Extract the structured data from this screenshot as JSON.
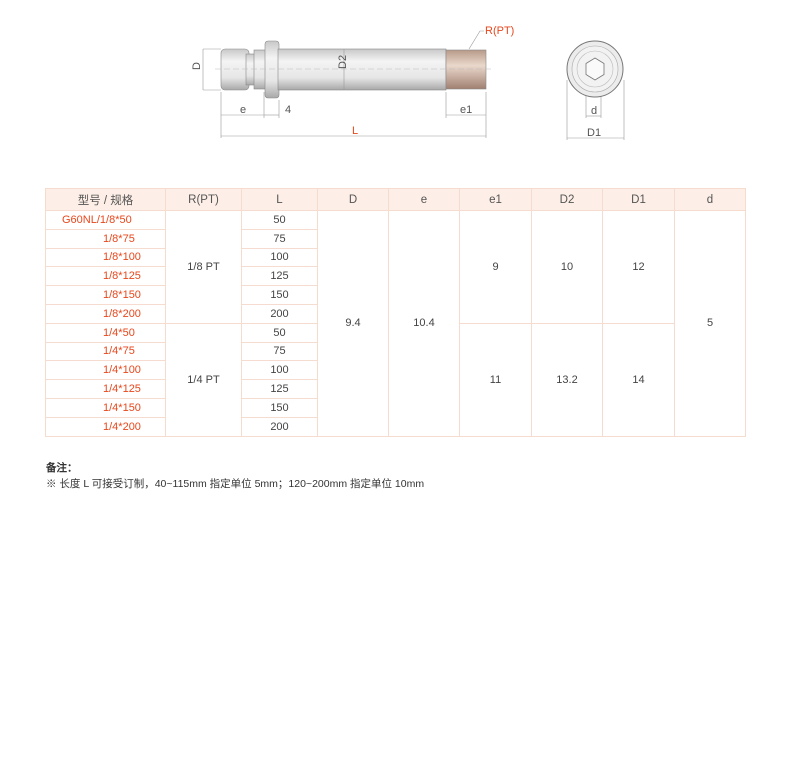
{
  "drawing": {
    "labels": {
      "D": "D",
      "D2": "D2",
      "R": "R(PT)",
      "e": "e",
      "four": "4",
      "e1": "e1",
      "L": "L",
      "d": "d",
      "D1": "D1"
    }
  },
  "table": {
    "headers": [
      "型号 / 规格",
      "R(PT)",
      "L",
      "D",
      "e",
      "e1",
      "D2",
      "D1",
      "d"
    ],
    "models": [
      "G60NL/1/8*50",
      "1/8*75",
      "1/8*100",
      "1/8*125",
      "1/8*150",
      "1/8*200",
      "1/4*50",
      "1/4*75",
      "1/4*100",
      "1/4*125",
      "1/4*150",
      "1/4*200"
    ],
    "L": [
      "50",
      "75",
      "100",
      "125",
      "150",
      "200",
      "50",
      "75",
      "100",
      "125",
      "150",
      "200"
    ],
    "rpt": [
      "1/8 PT",
      "1/4 PT"
    ],
    "D": "9.4",
    "e": "10.4",
    "e1": [
      "9",
      "11"
    ],
    "D2": [
      "10",
      "13.2"
    ],
    "D1": [
      "12",
      "14"
    ],
    "d": "5"
  },
  "notes": {
    "title": "备注：",
    "text": "※ 长度 L 可接受订制，40~115mm 指定单位 5mm；120~200mm 指定单位 10mm"
  },
  "colors": {
    "accent": "#e8471c",
    "border": "#f6dccf",
    "header_bg": "#fdefe7"
  }
}
